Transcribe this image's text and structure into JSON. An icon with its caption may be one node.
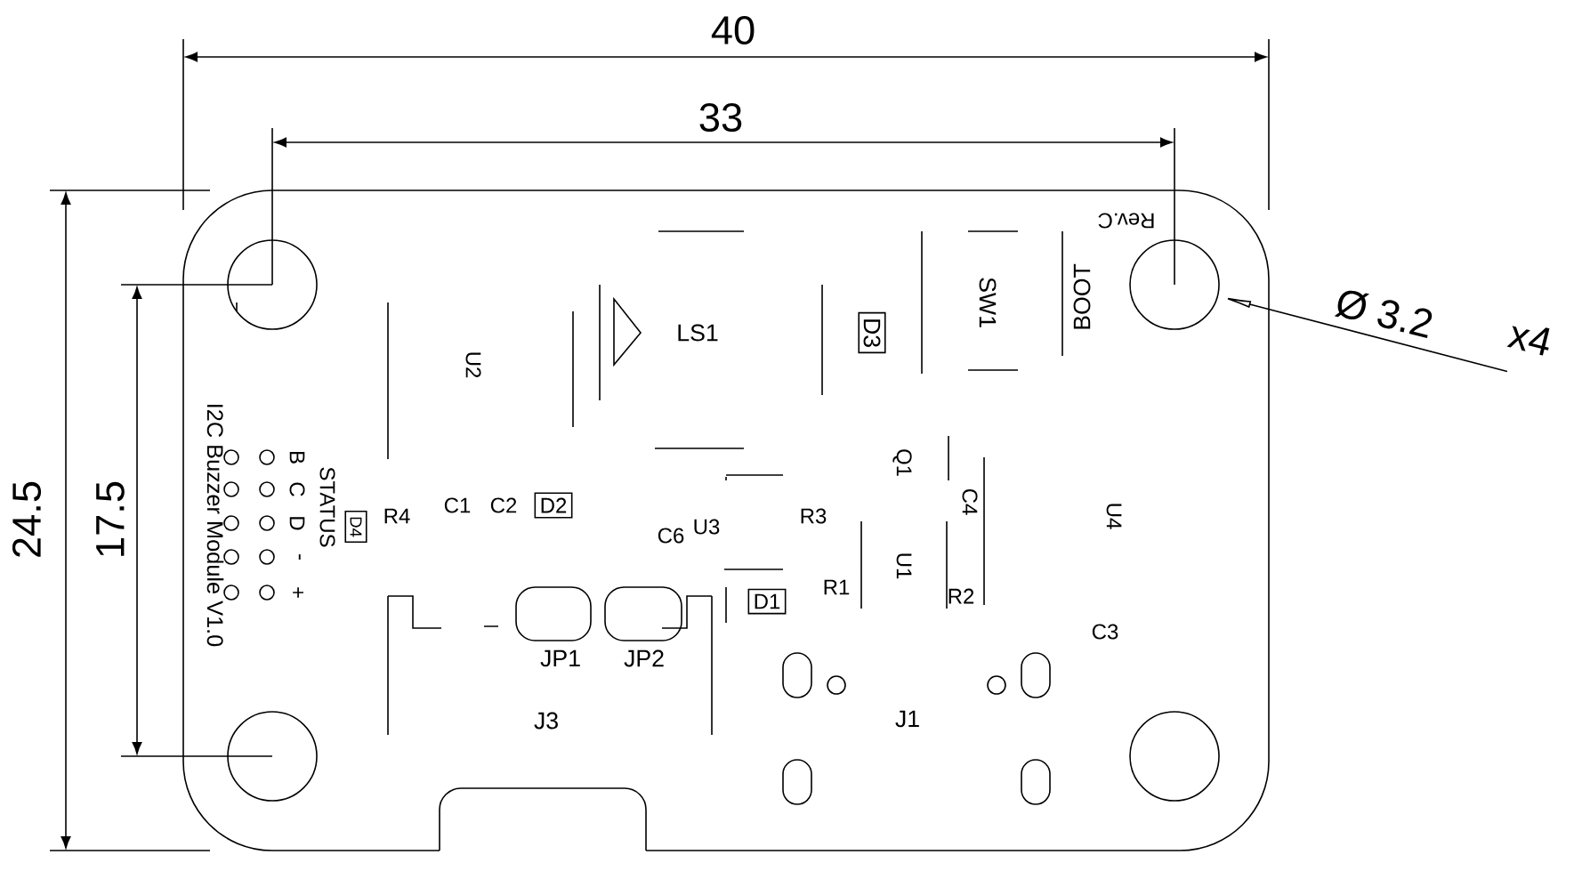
{
  "diagram": {
    "nodes": [
      {
        "text": [
          "Ø 3.2"
        ],
        "beside": [
          "x4"
        ]
      },
      {
        "text": [],
        "shape": "circle"
      },
      {
        "text": [],
        "shape": "circle"
      },
      {
        "text": [],
        "shape": "circle"
      },
      {
        "text": [],
        "shape": "circle"
      }
    ],
    "edges": [
      {
        "from": 0,
        "to": 2,
        "arrow": "to"
      }
    ],
    "labels": [
      "40",
      "33",
      "24.5",
      "17.5",
      "Rev.C",
      "U2",
      "LS1",
      "D3",
      "SW1",
      "BOOT",
      "I2C Buzzer Module V1.0",
      "B",
      "C",
      "STATUS",
      "D4",
      "R4",
      "C1",
      "C2",
      "D2",
      "Q1",
      "C4",
      "U4",
      "C6",
      "U3",
      "R3",
      "D",
      "-",
      "+",
      "D1",
      "R1",
      "U1",
      "R2",
      "C3",
      "JP1",
      "JP2",
      "J3",
      "J1"
    ]
  }
}
